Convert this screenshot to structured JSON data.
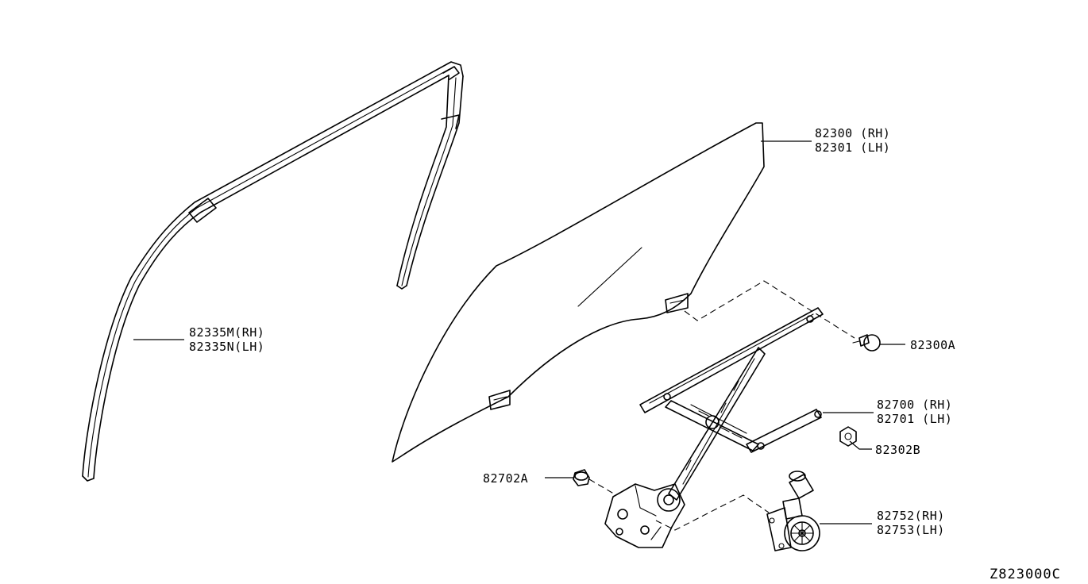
{
  "diagram": {
    "code": "Z823000C",
    "callouts": {
      "sash": {
        "line1": "82335M(RH)",
        "line2": "82335N(LH)"
      },
      "glass": {
        "line1": "82300 (RH)",
        "line2": "82301 (LH)"
      },
      "bolt": {
        "line1": "82300A"
      },
      "regulator": {
        "line1": "82700 (RH)",
        "line2": "82701 (LH)"
      },
      "nut": {
        "line1": "82302B"
      },
      "grommet": {
        "line1": "82702A"
      },
      "motor": {
        "line1": "82752(RH)",
        "line2": "82753(LH)"
      }
    }
  }
}
